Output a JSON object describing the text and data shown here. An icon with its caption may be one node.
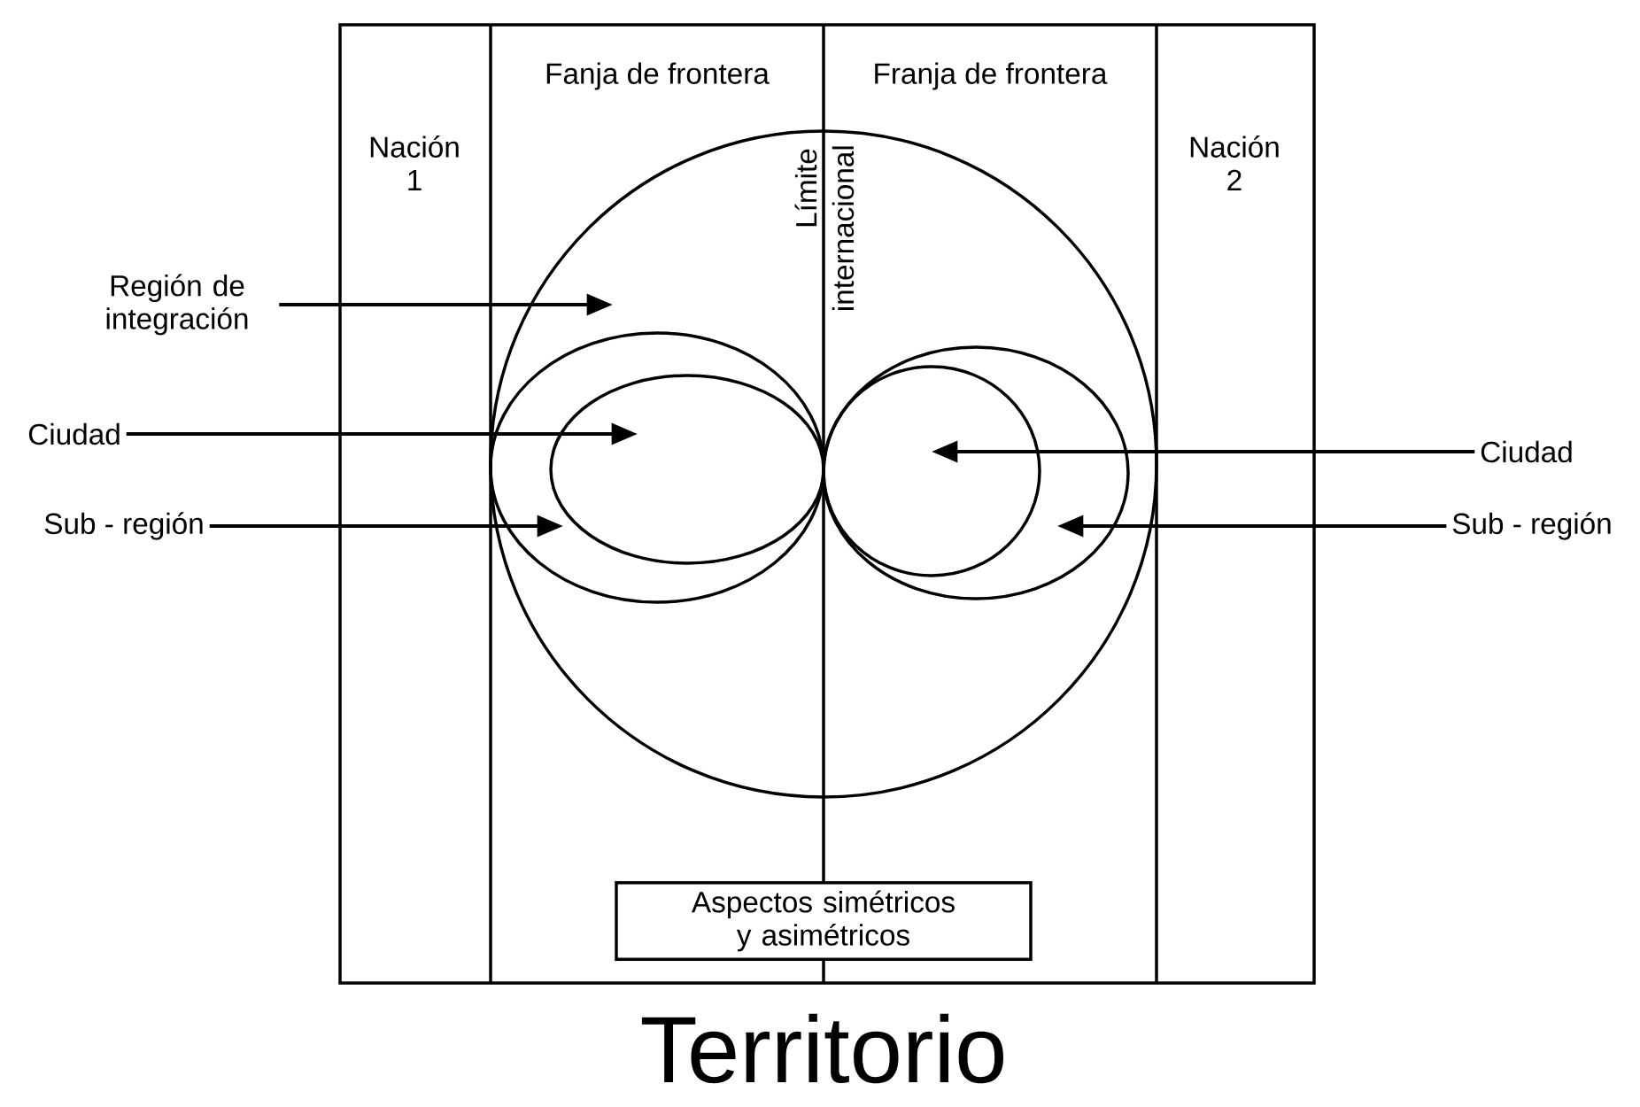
{
  "diagram": {
    "title": "Territorio",
    "nodes": [
      {
        "text": [],
        "shape": "circle"
      },
      {
        "text": [
          "Región de integración"
        ]
      },
      {
        "text": [
          "Ciudad"
        ]
      },
      {
        "text": [
          "Sub - región"
        ]
      },
      {
        "text": [],
        "shape": "ellipse",
        "in": 0
      },
      {
        "text": [],
        "shape": "ellipse",
        "in": 4
      },
      {
        "text": [],
        "shape": "ellipse",
        "in": 0
      },
      {
        "text": [],
        "shape": "ellipse",
        "in": 6
      },
      {
        "text": [
          "Ciudad"
        ]
      },
      {
        "text": [
          "Sub - región"
        ]
      },
      {
        "text": [
          "Aspectos simétricos y asimétricos"
        ]
      }
    ],
    "edges": [
      {
        "from": 1,
        "to": 0,
        "arrow": "to"
      },
      {
        "from": 2,
        "to": 5,
        "arrow": "to"
      },
      {
        "from": 3,
        "to": 4,
        "arrow": "to"
      },
      {
        "from": 8,
        "to": 7,
        "arrow": "to"
      },
      {
        "from": 9,
        "to": 6,
        "arrow": "to"
      }
    ],
    "labels": [
      "Nación 1",
      "Fanja de frontera",
      "Franja de frontera",
      "Nación 2",
      "Límite",
      "internacional"
    ]
  }
}
